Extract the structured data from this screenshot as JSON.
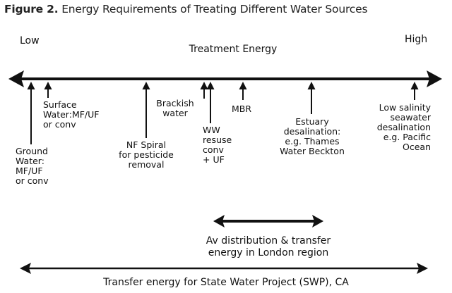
{
  "title": {
    "label": "Figure 2.",
    "text": "Energy Requirements of Treating Different Water Sources"
  },
  "scale": {
    "low": "Low",
    "high": "High",
    "axis_label": "Treatment Energy"
  },
  "sources": [
    {
      "id": "ground-water",
      "label": "Ground\nWater:\nMF/UF\nor conv"
    },
    {
      "id": "surface-water",
      "label": "Surface\nWater:MF/UF\nor conv"
    },
    {
      "id": "nf-spiral",
      "label": "NF Spiral\nfor pesticide\nremoval"
    },
    {
      "id": "brackish-water",
      "label": "Brackish\nwater"
    },
    {
      "id": "ww-reuse",
      "label": "WW\nresuse\nconv\n+ UF"
    },
    {
      "id": "mbr",
      "label": "MBR"
    },
    {
      "id": "estuary-desalination",
      "label": "Estuary\ndesalination:\ne.g. Thames\nWater Beckton"
    },
    {
      "id": "seawater-desalination",
      "label": "Low salinity\nseawater\ndesalination\ne.g. Pacific\nOcean"
    }
  ],
  "ranges": {
    "london": "Av distribution & transfer\nenergy in London region",
    "swp": "Transfer energy for State Water Project (SWP), CA"
  }
}
